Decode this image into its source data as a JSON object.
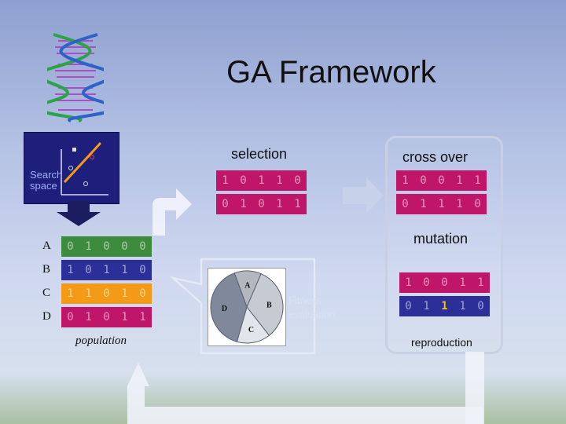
{
  "title": "GA Framework",
  "labels": {
    "selection": "selection",
    "crossover": "cross over",
    "mutation": "mutation",
    "reproduction": "reproduction",
    "population": "population",
    "search_line1": "Search",
    "search_line2": "space",
    "fitness_line1": "Fitness",
    "fitness_line2": "evaluation"
  },
  "colors": {
    "green": "#3d8b3d",
    "blue": "#2c2f97",
    "orange": "#f39a16",
    "magenta": "#c0166a"
  },
  "population": [
    {
      "label": "A",
      "bits": [
        "0",
        "1",
        "0",
        "0",
        "0"
      ],
      "color": "#3d8b3d"
    },
    {
      "label": "B",
      "bits": [
        "1",
        "0",
        "1",
        "1",
        "0"
      ],
      "color": "#2c2f97"
    },
    {
      "label": "C",
      "bits": [
        "1",
        "1",
        "0",
        "1",
        "0"
      ],
      "color": "#f39a16"
    },
    {
      "label": "D",
      "bits": [
        "0",
        "1",
        "0",
        "1",
        "1"
      ],
      "color": "#c0166a"
    }
  ],
  "selection": [
    {
      "bits": [
        "1",
        "0",
        "1",
        "1",
        "0"
      ],
      "color": "#c0166a"
    },
    {
      "bits": [
        "0",
        "1",
        "0",
        "1",
        "1"
      ],
      "color": "#c0166a"
    }
  ],
  "crossover": [
    {
      "bits": [
        "1",
        "0",
        "0",
        "1",
        "1"
      ],
      "color": "#c0166a"
    },
    {
      "bits": [
        "0",
        "1",
        "1",
        "1",
        "0"
      ],
      "color": "#c0166a"
    }
  ],
  "mutation": [
    {
      "bits": [
        "1",
        "0",
        "0",
        "1",
        "1"
      ],
      "color": "#c0166a",
      "highlight": -1
    },
    {
      "bits": [
        "0",
        "1",
        "1",
        "1",
        "0"
      ],
      "color": "#2c2f97",
      "highlight": 2
    }
  ],
  "pie": {
    "slices": [
      {
        "label": "A",
        "value": 12,
        "color": "#b4b8be"
      },
      {
        "label": "B",
        "value": 33,
        "color": "#c6cbd2"
      },
      {
        "label": "C",
        "value": 15,
        "color": "#e2e5e9"
      },
      {
        "label": "D",
        "value": 40,
        "color": "#7f899b"
      }
    ]
  }
}
